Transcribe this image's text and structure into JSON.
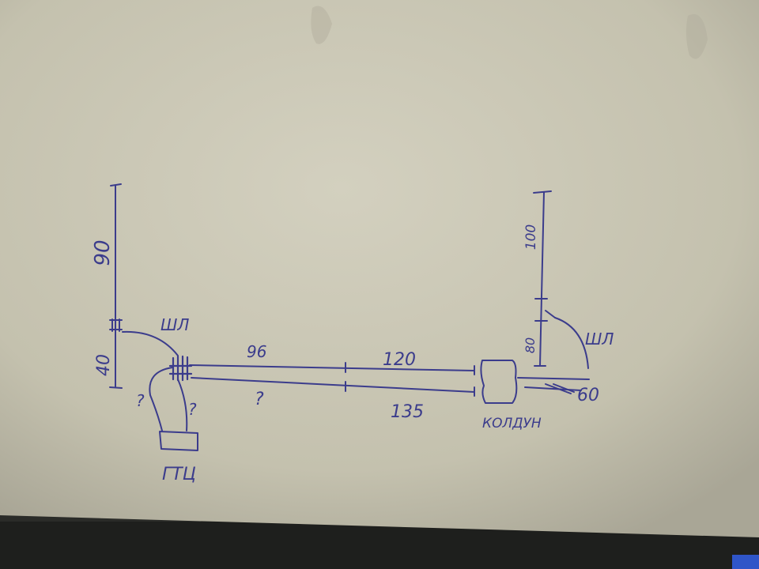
{
  "photo": {
    "paper_color": "#c9c6b4",
    "ink_color": "#3b3c8c",
    "floor_color": "#2a2b28"
  },
  "sketch": {
    "left_riser": {
      "top_length": "90",
      "bottom_length": "40",
      "hose_label": "ШЛ"
    },
    "main_line": {
      "upper_segment_1": "96",
      "upper_segment_2": "120",
      "lower_segment_1": "?",
      "lower_segment_2": "135"
    },
    "pump": {
      "label": "ГТЦ",
      "hose_left": "?",
      "hose_right": "?"
    },
    "right_riser": {
      "top_length": "100",
      "bottom_length": "80",
      "hose_label": "ШЛ",
      "outlet_length": "60"
    },
    "tap_label": "КОЛДУН"
  }
}
